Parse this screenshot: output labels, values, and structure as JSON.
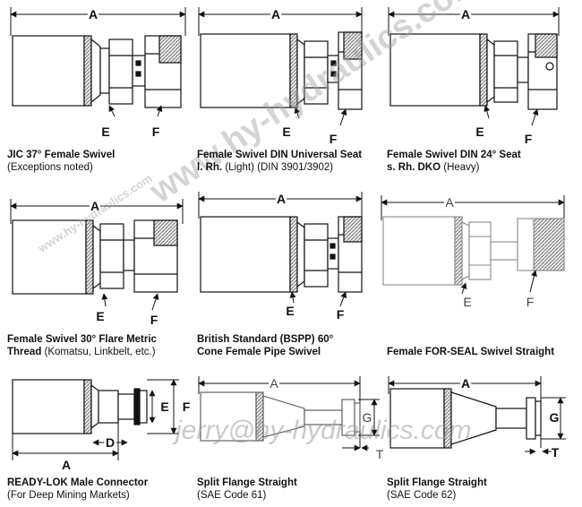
{
  "watermarks": {
    "main": "www.hy-hydraulics.com",
    "small": "www.hy-hydraulics.com",
    "email": "jerry@hy-hydraulics.com"
  },
  "fittings": [
    {
      "title": "JIC 37° Female Swivel",
      "title2": "",
      "bold_sub": "",
      "subtitle": "(Exceptions noted)",
      "labels": [
        "A",
        "E",
        "F"
      ]
    },
    {
      "title": "Female Swivel DIN Universal Seat",
      "title2": "l. Rh.",
      "bold_sub": "",
      "subtitle": " (Light) (DIN 3901/3902)",
      "labels": [
        "A",
        "E",
        "F"
      ]
    },
    {
      "title": "Female Swivel DIN 24° Seat",
      "title2": "s. Rh. DKO",
      "bold_sub": "",
      "subtitle": " (Heavy)",
      "labels": [
        "A",
        "E",
        "F"
      ]
    },
    {
      "title": "Female Swivel 30° Flare Metric",
      "title2": "Thread",
      "bold_sub": "",
      "subtitle": " (Komatsu, Linkbelt, etc.)",
      "labels": [
        "A",
        "E",
        "F"
      ]
    },
    {
      "title": "British Standard (BSPP) 60°",
      "title2": "Cone Female Pipe Swivel",
      "bold_sub": "",
      "subtitle": "",
      "labels": [
        "A",
        "E",
        "F"
      ]
    },
    {
      "title": "Female FOR-SEAL Swivel Straight",
      "title2": "",
      "bold_sub": "",
      "subtitle": "",
      "labels": [
        "A",
        "E",
        "F"
      ]
    },
    {
      "title": "READY-LOK Male Connector",
      "title2": "",
      "bold_sub": "",
      "subtitle": "(For Deep Mining Markets)",
      "labels": [
        "A",
        "D",
        "E",
        "F"
      ]
    },
    {
      "title": "Split Flange Straight",
      "title2": "",
      "bold_sub": "",
      "subtitle": "(SAE Code 61)",
      "labels": [
        "A",
        "G",
        "T"
      ]
    },
    {
      "title": "Split Flange Straight",
      "title2": "",
      "bold_sub": "",
      "subtitle": "(SAE Code 62)",
      "labels": [
        "A",
        "G",
        "T"
      ]
    }
  ]
}
